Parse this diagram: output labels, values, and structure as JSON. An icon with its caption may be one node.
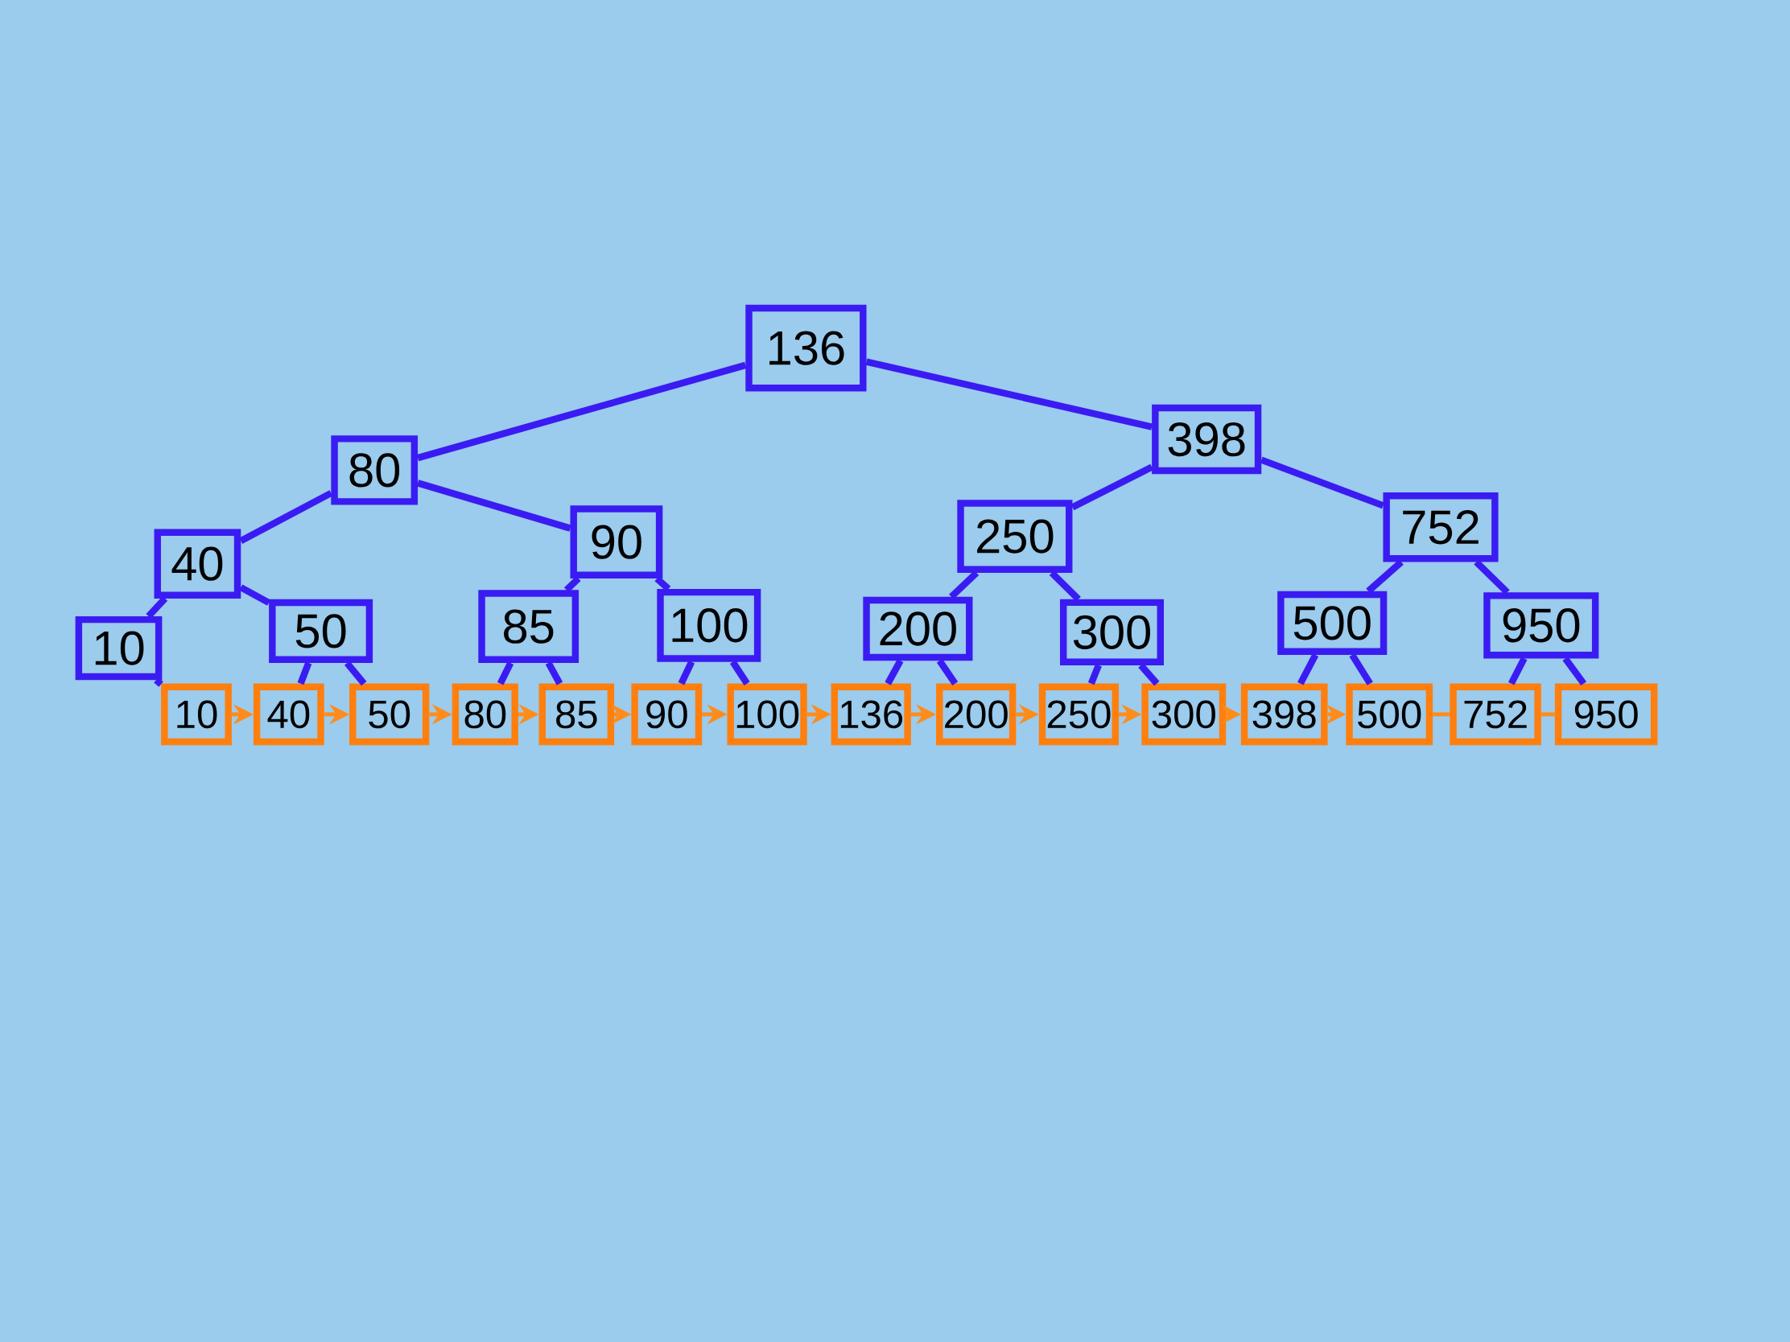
{
  "diagram": {
    "nodes": [
      {
        "text": [
          "136"
        ]
      },
      {
        "text": [
          "80"
        ]
      },
      {
        "text": [
          "398"
        ]
      },
      {
        "text": [
          "40"
        ]
      },
      {
        "text": [
          "90"
        ]
      },
      {
        "text": [
          "250"
        ]
      },
      {
        "text": [
          "752"
        ]
      },
      {
        "text": [
          "10"
        ]
      },
      {
        "text": [
          "50"
        ]
      },
      {
        "text": [
          "85"
        ]
      },
      {
        "text": [
          "100"
        ]
      },
      {
        "text": [
          "200"
        ]
      },
      {
        "text": [
          "300"
        ]
      },
      {
        "text": [
          "500"
        ]
      },
      {
        "text": [
          "950"
        ]
      },
      {
        "text": [
          "10"
        ]
      },
      {
        "text": [
          "40"
        ]
      },
      {
        "text": [
          "50"
        ]
      },
      {
        "text": [
          "80"
        ]
      },
      {
        "text": [
          "85"
        ]
      },
      {
        "text": [
          "90"
        ]
      },
      {
        "text": [
          "100"
        ]
      },
      {
        "text": [
          "136"
        ]
      },
      {
        "text": [
          "200"
        ]
      },
      {
        "text": [
          "250"
        ]
      },
      {
        "text": [
          "300"
        ]
      },
      {
        "text": [
          "398"
        ]
      },
      {
        "text": [
          "500"
        ]
      },
      {
        "text": [
          "752"
        ]
      },
      {
        "text": [
          "950"
        ]
      }
    ],
    "edges": [
      {
        "from": 0,
        "to": 1,
        "arrow": "none"
      },
      {
        "from": 0,
        "to": 2,
        "arrow": "none"
      },
      {
        "from": 1,
        "to": 3,
        "arrow": "none"
      },
      {
        "from": 1,
        "to": 4,
        "arrow": "none"
      },
      {
        "from": 2,
        "to": 5,
        "arrow": "none"
      },
      {
        "from": 2,
        "to": 6,
        "arrow": "none"
      },
      {
        "from": 3,
        "to": 7,
        "arrow": "none"
      },
      {
        "from": 3,
        "to": 8,
        "arrow": "none"
      },
      {
        "from": 4,
        "to": 9,
        "arrow": "none"
      },
      {
        "from": 4,
        "to": 10,
        "arrow": "none"
      },
      {
        "from": 5,
        "to": 11,
        "arrow": "none"
      },
      {
        "from": 5,
        "to": 12,
        "arrow": "none"
      },
      {
        "from": 6,
        "to": 13,
        "arrow": "none"
      },
      {
        "from": 6,
        "to": 14,
        "arrow": "none"
      },
      {
        "from": 7,
        "to": 15,
        "arrow": "none"
      },
      {
        "from": 8,
        "to": 16,
        "arrow": "none"
      },
      {
        "from": 8,
        "to": 17,
        "arrow": "none"
      },
      {
        "from": 9,
        "to": 18,
        "arrow": "none"
      },
      {
        "from": 9,
        "to": 19,
        "arrow": "none"
      },
      {
        "from": 10,
        "to": 20,
        "arrow": "none"
      },
      {
        "from": 10,
        "to": 21,
        "arrow": "none"
      },
      {
        "from": 11,
        "to": 22,
        "arrow": "none"
      },
      {
        "from": 11,
        "to": 23,
        "arrow": "none"
      },
      {
        "from": 12,
        "to": 24,
        "arrow": "none"
      },
      {
        "from": 12,
        "to": 25,
        "arrow": "none"
      },
      {
        "from": 13,
        "to": 26,
        "arrow": "none"
      },
      {
        "from": 13,
        "to": 27,
        "arrow": "none"
      },
      {
        "from": 14,
        "to": 28,
        "arrow": "none"
      },
      {
        "from": 14,
        "to": 29,
        "arrow": "none"
      },
      {
        "from": 15,
        "to": 16,
        "arrow": "to",
        "color": "#ff8c1a"
      },
      {
        "from": 16,
        "to": 17,
        "arrow": "to",
        "color": "#ff8c1a"
      },
      {
        "from": 17,
        "to": 18,
        "arrow": "to",
        "color": "#ff8c1a"
      },
      {
        "from": 18,
        "to": 19,
        "arrow": "to",
        "color": "#ff8c1a"
      },
      {
        "from": 19,
        "to": 20,
        "arrow": "to",
        "color": "#ff8c1a"
      },
      {
        "from": 20,
        "to": 21,
        "arrow": "to",
        "color": "#ff8c1a"
      },
      {
        "from": 21,
        "to": 22,
        "arrow": "to",
        "color": "#ff8c1a"
      },
      {
        "from": 22,
        "to": 23,
        "arrow": "to",
        "color": "#ff8c1a"
      },
      {
        "from": 23,
        "to": 24,
        "arrow": "to",
        "color": "#ff8c1a"
      },
      {
        "from": 24,
        "to": 25,
        "arrow": "to",
        "color": "#ff8c1a"
      },
      {
        "from": 25,
        "to": 26,
        "arrow": "to",
        "color": "#ff8c1a"
      },
      {
        "from": 26,
        "to": 27,
        "arrow": "to",
        "color": "#ff8c1a"
      },
      {
        "from": 27,
        "to": 28,
        "arrow": "none",
        "color": "#ff8c1a"
      },
      {
        "from": 28,
        "to": 29,
        "arrow": "none",
        "color": "#ff8c1a"
      }
    ]
  }
}
